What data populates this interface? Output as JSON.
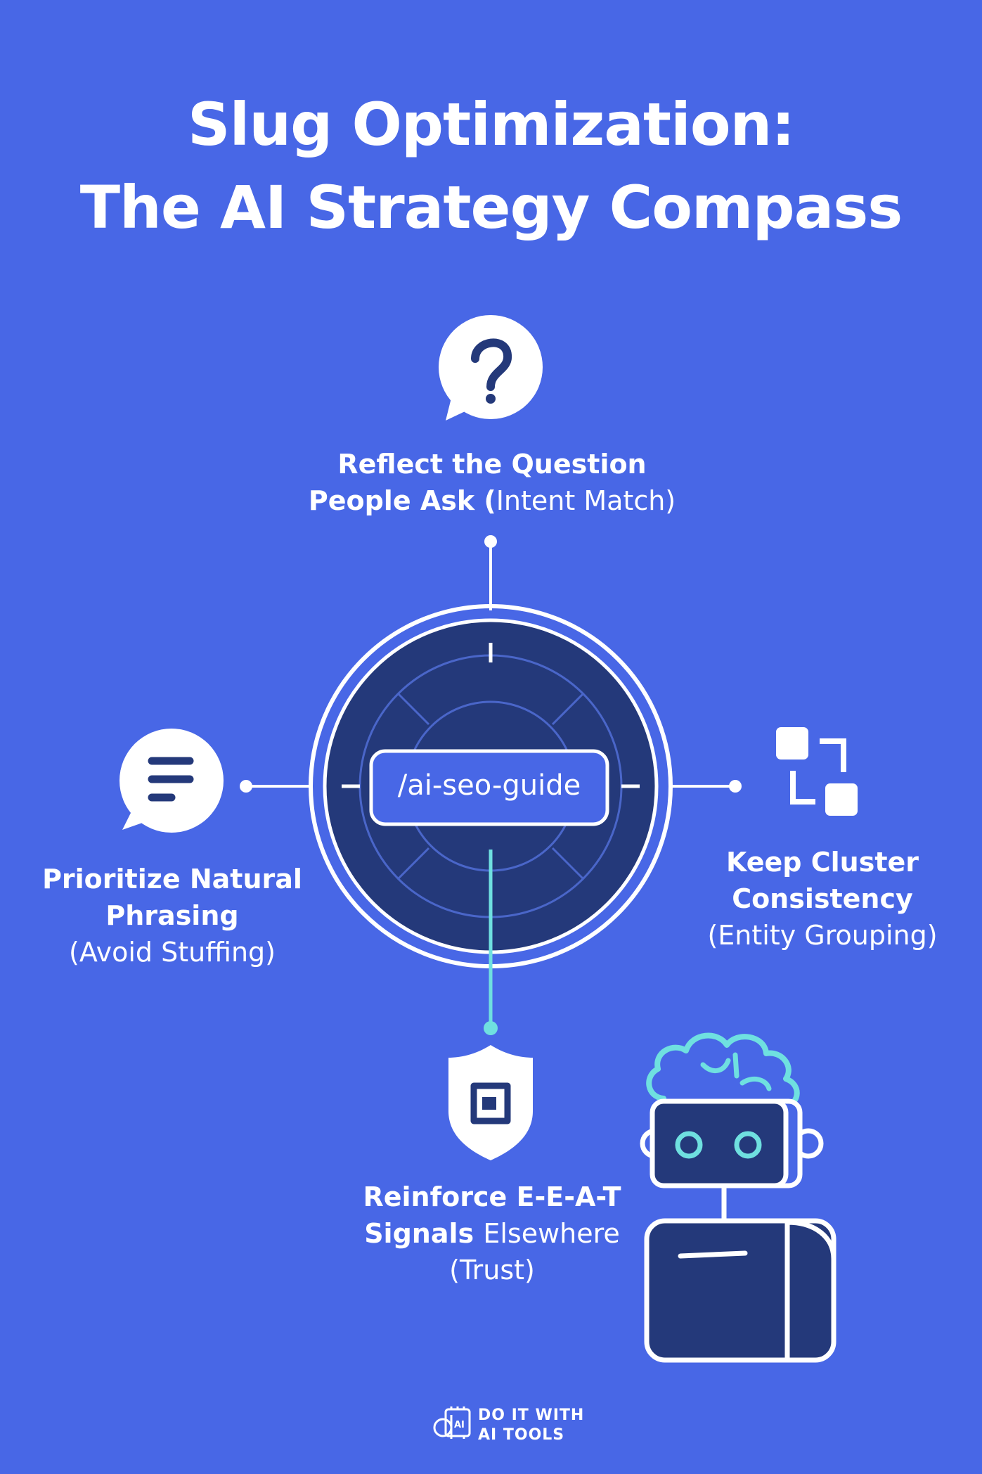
{
  "title": {
    "line1": "Slug Optimization:",
    "line2": "The AI Strategy Compass"
  },
  "center": {
    "slug": "/ai-seo-guide"
  },
  "nodes": {
    "top": {
      "icon": "question-bubble-icon",
      "line1": "Reflect the Question",
      "line2_bold": "People Ask (",
      "line2_light": "Intent Match)"
    },
    "left": {
      "icon": "text-bubble-icon",
      "line1": "Prioritize Natural",
      "line2": "Phrasing",
      "line3": "(Avoid Stuffing)"
    },
    "right": {
      "icon": "cluster-squares-icon",
      "line1": "Keep Cluster",
      "line2": "Consistency",
      "line3": "(Entity Grouping)"
    },
    "bottom": {
      "icon": "shield-icon",
      "line1": "Reinforce E-E-A-T",
      "line2_bold": "Signals ",
      "line2_light": "Elsewhere",
      "line3": "(Trust)"
    }
  },
  "brand": {
    "line1": "DO IT WITH",
    "line2": "AI TOOLS"
  },
  "colors": {
    "background": "#4867e6",
    "navy": "#24397a",
    "white": "#ffffff",
    "teal": "#6fe0e0"
  }
}
